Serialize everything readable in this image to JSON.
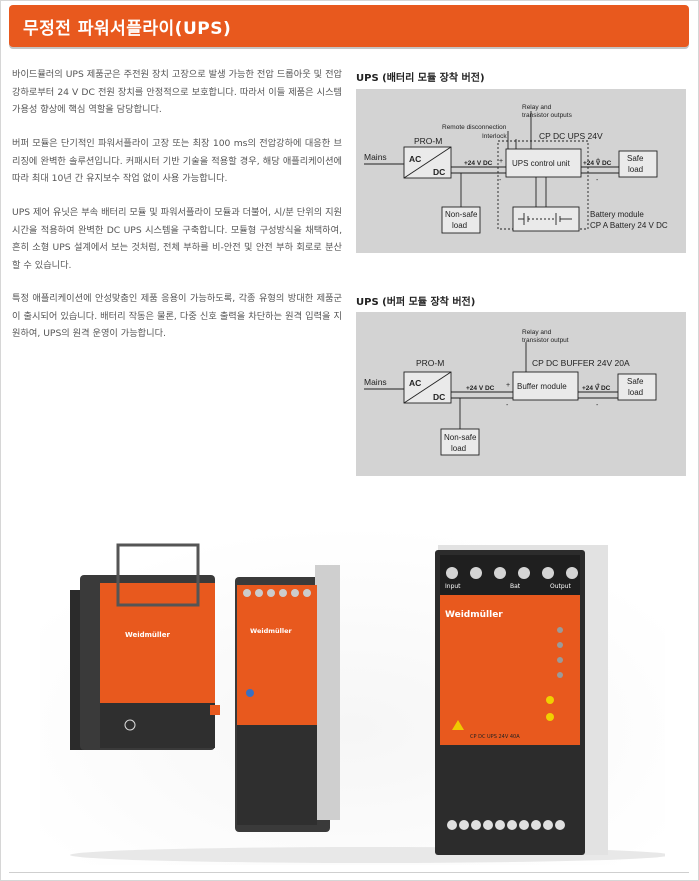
{
  "header": {
    "title": "무정전 파워서플라이(UPS)"
  },
  "body": {
    "paragraphs": [
      "바이드뮬러의 UPS 제품군은 주전원 장치 고장으로 발생 가능한 전압 드롭아웃 및 전압강하로부터 24 V DC 전원 장치를 안정적으로 보호합니다. 따라서 이들 제품은 시스템 가용성 향상에 핵심 역할을 담당합니다.",
      "버퍼 모듈은 단기적인 파워서플라이 고장 또는 최장 100 ms의 전압강하에 대응한 브리징에 완벽한 솔루션입니다. 커패시터 기반 기술을 적용할 경우, 해당 애플리케이션에 따라 최대 10년 간 유지보수 작업 없이 사용 가능합니다.",
      "UPS 제어 유닛은 부속 배터리 모듈 및 파워서플라이 모듈과 더불어, 시/분 단위의 지원 시간을 적용하여 완벽한 DC UPS 시스템을 구축합니다. 모듈형 구성방식을 채택하여, 흔히 소형 UPS 설계에서 보는 것처럼, 전체 부하를 비-안전 및 안전 부하 회로로 분산할 수 있습니다.",
      "특정 애플리케이션에 안성맞춤인 제품 응용이 가능하도록, 각종 유형의 방대한 제품군이 출시되어 있습니다. 배터리 작동은 물론, 다중 신호 출력을 차단하는 원격 입력을 지원하여, UPS의 원격 운영이 가능합니다."
    ]
  },
  "diagram1": {
    "title": "UPS (배터리 모듈 장착 버전)",
    "mains": "Mains",
    "prom": "PRO-M",
    "ac": "AC",
    "dc": "DC",
    "remote": "Remote disconnection",
    "interlock": "Interlock",
    "relay1": "Relay and",
    "relay2": "transistor outputs",
    "device": "CP DC UPS 24V",
    "control": "UPS control unit",
    "v24a": "+24 V DC",
    "v24b": "+24 V DC",
    "safe1": "Safe",
    "safe2": "load",
    "nonsafe1": "Non-safe",
    "nonsafe2": "load",
    "battery1": "Battery module",
    "battery2": "CP A Battery 24 V DC",
    "plus": "+",
    "minus": "-"
  },
  "diagram2": {
    "title": "UPS (버퍼 모듈 장착 버전)",
    "relay1": "Relay and",
    "relay2": "transistor output",
    "prom": "PRO-M",
    "device": "CP DC BUFFER 24V 20A",
    "mains": "Mains",
    "ac": "AC",
    "dc": "DC",
    "v24a": "+24 V DC",
    "v24b": "+24 V DC",
    "buffer": "Buffer module",
    "safe1": "Safe",
    "safe2": "load",
    "nonsafe1": "Non-safe",
    "nonsafe2": "load",
    "plus": "+",
    "minus": "-"
  },
  "photo": {
    "brand": "Weidmüller",
    "model_label": "CP DC UPS 24V 40A",
    "input": "Input",
    "bat": "Bat",
    "output": "Output",
    "colors": {
      "orange": "#e8591e",
      "dark": "#2a2a2a",
      "grey": "#bdbdbd"
    }
  }
}
